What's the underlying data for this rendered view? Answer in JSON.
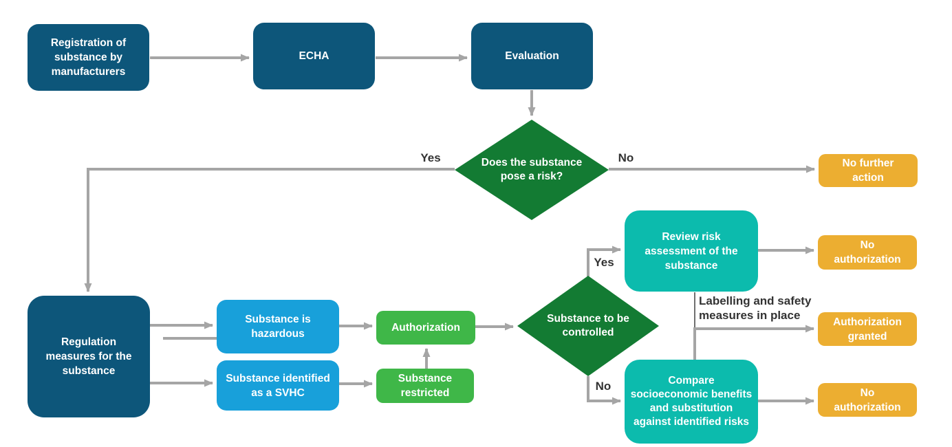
{
  "diagram": {
    "background": "#FFFFFF",
    "palette": {
      "dark_blue": "#0D567A",
      "light_blue": "#18A0DA",
      "green": "#3FB748",
      "dark_green": "#137B33",
      "teal": "#0CBBAD",
      "gold": "#ECAE31",
      "arrow_gray": "#A5A5A5",
      "label_text": "#333333",
      "node_text": "#FFFFFF"
    },
    "nodes": {
      "registration": {
        "label": "Registration of substance by manufacturers",
        "type": "process",
        "color": "#0D567A"
      },
      "echa": {
        "label": "ECHA",
        "type": "process",
        "color": "#0D567A"
      },
      "evaluation": {
        "label": "Evaluation",
        "type": "process",
        "color": "#0D567A"
      },
      "risk_diamond": {
        "label": "Does the substance pose a risk?",
        "type": "decision",
        "color": "#137B33"
      },
      "no_further_action": {
        "label": "No further action",
        "type": "terminal",
        "color": "#ECAE31"
      },
      "regulation": {
        "label": "Regulation measures for the substance",
        "type": "process",
        "color": "#0D567A"
      },
      "hazardous": {
        "label": "Substance is hazardous",
        "type": "process",
        "color": "#18A0DA"
      },
      "svhc": {
        "label": "Substance identified as a SVHC",
        "type": "process",
        "color": "#18A0DA"
      },
      "authorization": {
        "label": "Authorization",
        "type": "process",
        "color": "#3FB748"
      },
      "restricted": {
        "label": "Substance restricted",
        "type": "process",
        "color": "#3FB748"
      },
      "control_diamond": {
        "label": "Substance to be controlled",
        "type": "decision",
        "color": "#137B33"
      },
      "review": {
        "label": "Review risk assessment of the substance",
        "type": "process",
        "color": "#0CBBAD"
      },
      "compare": {
        "label": "Compare socioeconomic benefits and substitution against identified risks",
        "type": "process",
        "color": "#0CBBAD"
      },
      "no_authorization_top": {
        "label": "No authorization",
        "type": "terminal",
        "color": "#ECAE31"
      },
      "authorization_granted": {
        "label": "Authorization granted",
        "type": "terminal",
        "color": "#ECAE31"
      },
      "no_authorization_bottom": {
        "label": "No authorization",
        "type": "terminal",
        "color": "#ECAE31"
      }
    },
    "edge_labels": {
      "risk_yes": "Yes",
      "risk_no": "No",
      "control_yes": "Yes",
      "control_no": "No",
      "labelling_note": "Labelling and safety measures in place"
    },
    "edges": [
      {
        "from": "registration",
        "to": "echa"
      },
      {
        "from": "echa",
        "to": "evaluation"
      },
      {
        "from": "evaluation",
        "to": "risk_diamond"
      },
      {
        "from": "risk_diamond",
        "to": "regulation",
        "label": "Yes"
      },
      {
        "from": "risk_diamond",
        "to": "no_further_action",
        "label": "No"
      },
      {
        "from": "regulation",
        "to": "hazardous"
      },
      {
        "from": "regulation",
        "to": "hazardous",
        "note": "second parallel arrow"
      },
      {
        "from": "regulation",
        "to": "svhc"
      },
      {
        "from": "hazardous",
        "to": "authorization"
      },
      {
        "from": "svhc",
        "to": "restricted"
      },
      {
        "from": "restricted",
        "to": "authorization"
      },
      {
        "from": "authorization",
        "to": "control_diamond"
      },
      {
        "from": "control_diamond",
        "to": "review",
        "label": "Yes"
      },
      {
        "from": "control_diamond",
        "to": "compare",
        "label": "No"
      },
      {
        "from": "review",
        "to": "no_authorization_top"
      },
      {
        "from": "compare",
        "to": "authorization_granted",
        "note": "Labelling and safety measures in place"
      },
      {
        "from": "compare",
        "to": "no_authorization_bottom"
      }
    ]
  }
}
